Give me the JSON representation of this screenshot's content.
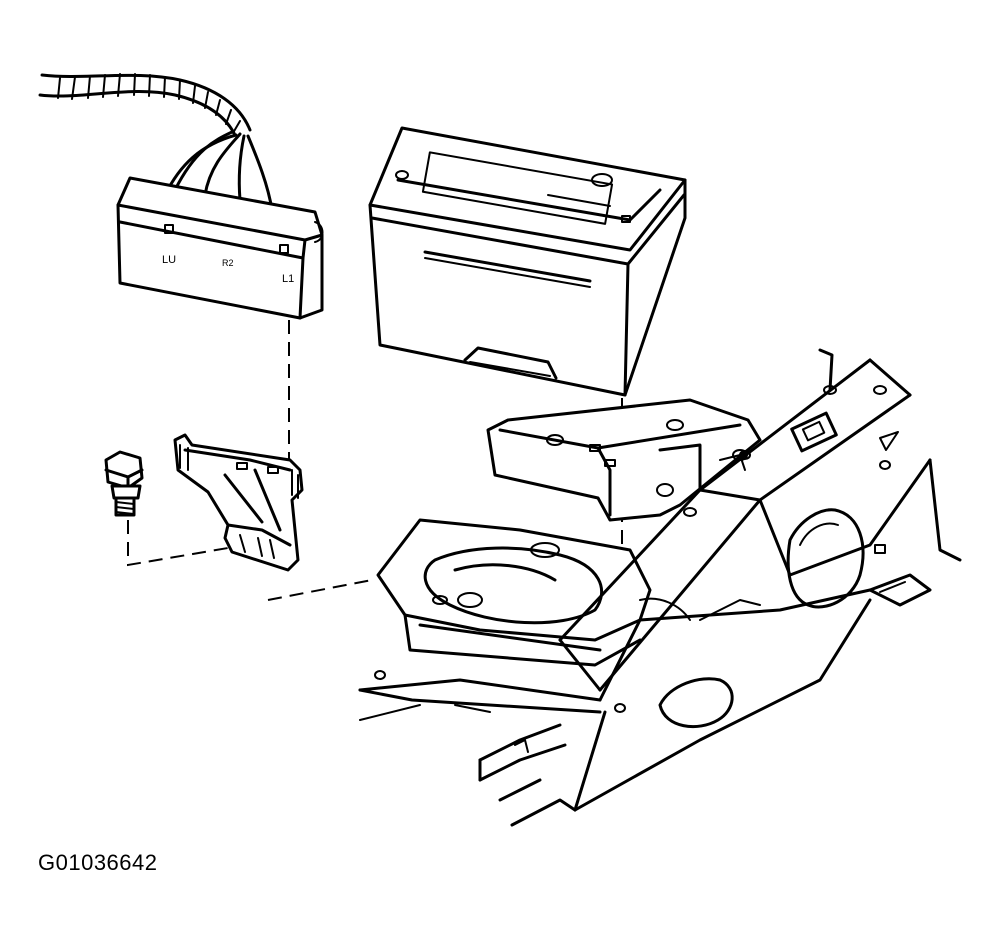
{
  "figure": {
    "code": "G01036642",
    "relay_labels": [
      "LU",
      "R2",
      "L1"
    ]
  },
  "icons": {
    "wiring_harness": "wiring-harness-icon",
    "relay_block": "relay-block-icon",
    "battery": "battery-icon",
    "bracket": "relay-bracket-icon",
    "bolt": "bolt-icon",
    "battery_tray": "battery-tray-icon",
    "vehicle_frame": "vehicle-frame-icon"
  },
  "colors": {
    "line": "#000000",
    "background": "#ffffff"
  }
}
